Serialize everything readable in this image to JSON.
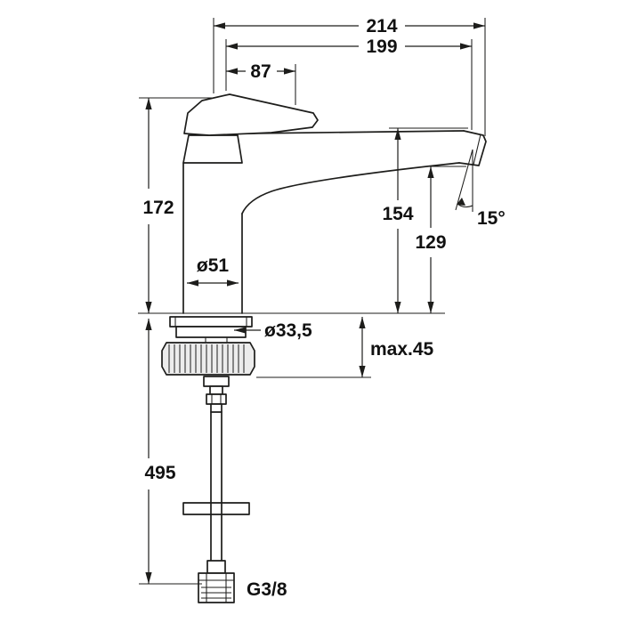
{
  "drawing": {
    "dims": {
      "overall_depth": "214",
      "spout_reach": "199",
      "lever_length": "87",
      "total_height": "172",
      "spout_top_height": "154",
      "outlet_height": "129",
      "outlet_angle": "15°",
      "body_diameter": "ø51",
      "shank_diameter": "ø33,5",
      "max_deck_thickness": "max.45",
      "hose_length": "495",
      "thread_size": "G3/8"
    },
    "colors": {
      "line": "#1d1d1b",
      "background": "#ffffff"
    }
  }
}
